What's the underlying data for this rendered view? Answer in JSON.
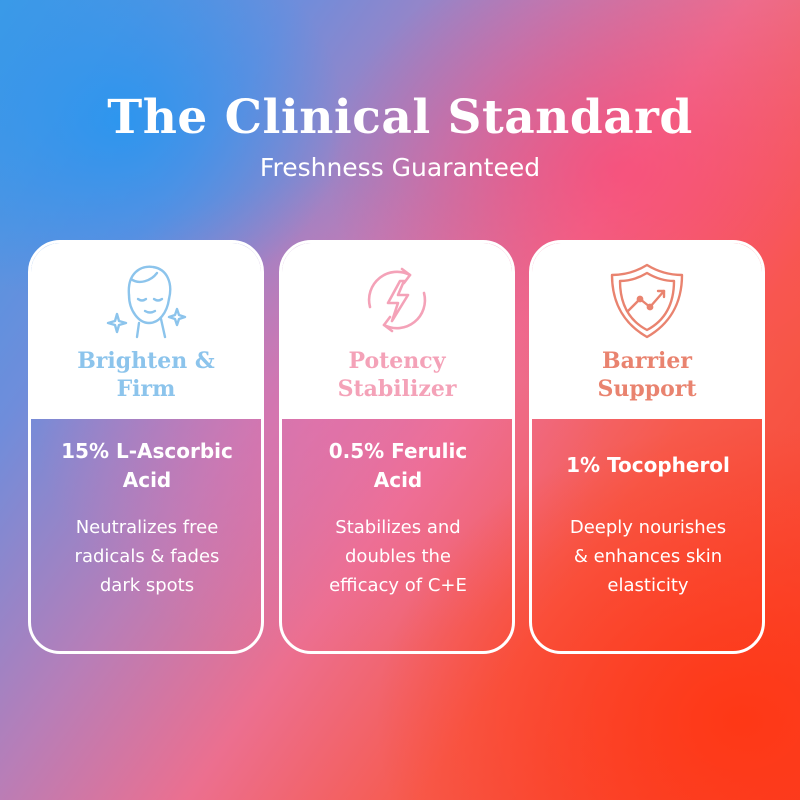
{
  "header": {
    "title": "The Clinical Standard",
    "subtitle": "Freshness Guaranteed"
  },
  "cards": [
    {
      "name_line1": "Brighten &",
      "name_line2": "Firm",
      "ingredient_line1": "15% L-Ascorbic",
      "ingredient_line2": "Acid",
      "desc_line1": "Neutralizes free",
      "desc_line2": "radicals & fades",
      "desc_line3": "dark spots",
      "icon": "face-sparkle-icon",
      "accent_color": "#8cc4ec"
    },
    {
      "name_line1": "Potency",
      "name_line2": "Stabilizer",
      "ingredient_line1": "0.5%  Ferulic",
      "ingredient_line2": "Acid",
      "desc_line1": "Stabilizes and",
      "desc_line2": "doubles the",
      "desc_line3": "efficacy of C+E",
      "icon": "lightning-cycle-icon",
      "accent_color": "#f4a2b8"
    },
    {
      "name_line1": "Barrier",
      "name_line2": "Support",
      "ingredient_line1": "1% Tocopherol",
      "ingredient_line2": "",
      "desc_line1": "Deeply nourishes",
      "desc_line2": "& enhances skin",
      "desc_line3": "elasticity",
      "icon": "shield-chart-icon",
      "accent_color": "#e9836f"
    }
  ]
}
